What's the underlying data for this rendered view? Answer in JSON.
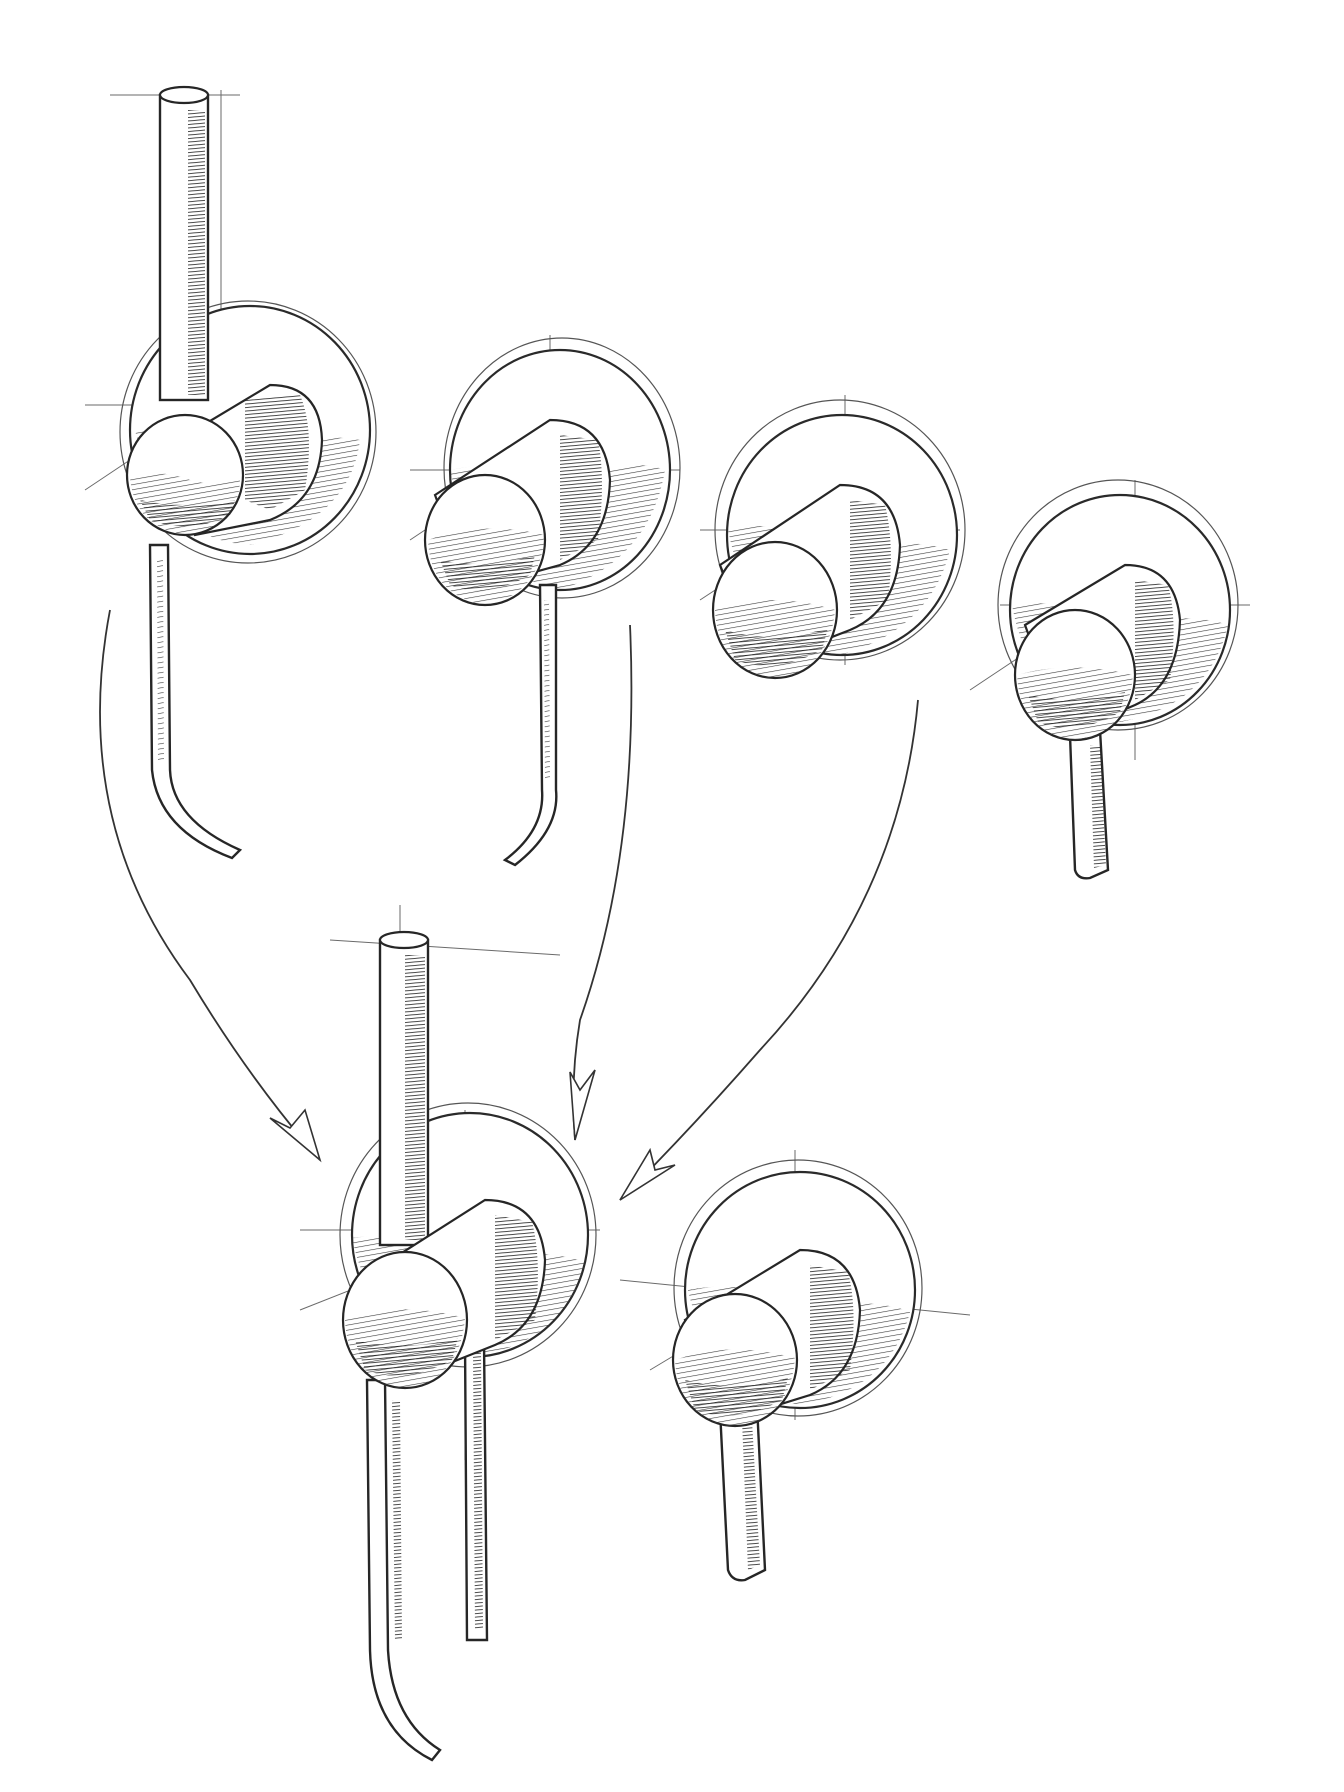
{
  "sketch": {
    "title": "",
    "medium": "pencil",
    "colors": {
      "paper": "#ffffff",
      "graphite": "#2b2b2b",
      "construction": "#6a6a6a"
    }
  },
  "concepts": [
    {
      "id": "variant-1",
      "type": "valve-with-upper-and-lower-pipe",
      "row": "top"
    },
    {
      "id": "variant-2",
      "type": "valve-with-lower-pipe",
      "row": "top"
    },
    {
      "id": "variant-3",
      "type": "valve-only",
      "row": "top"
    },
    {
      "id": "variant-4",
      "type": "valve-with-short-lever",
      "row": "top"
    },
    {
      "id": "merged-concept",
      "type": "valve-with-upper-pipe-and-double-lower-pipe",
      "row": "bottom"
    },
    {
      "id": "lever-concept",
      "type": "valve-with-lever",
      "row": "bottom"
    }
  ],
  "arrows": [
    {
      "from": "variant-1",
      "to": "merged-concept"
    },
    {
      "from": "variant-2",
      "to": "merged-concept"
    },
    {
      "from": "variant-3",
      "to": "merged-concept"
    }
  ]
}
